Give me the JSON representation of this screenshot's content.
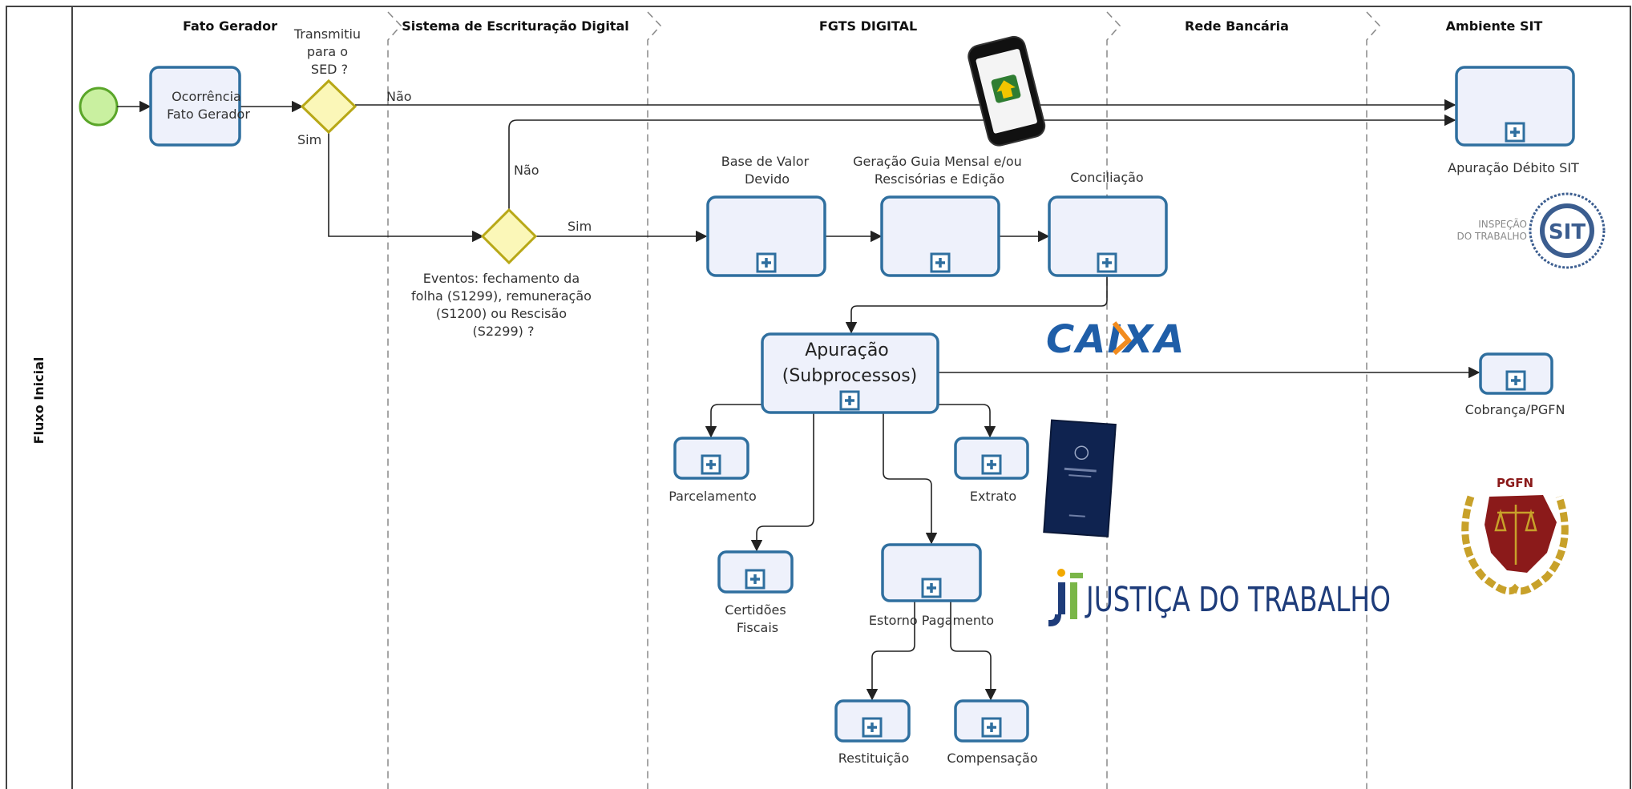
{
  "pool": {
    "label": "Fluxo Inicial"
  },
  "lanes": [
    {
      "id": "fato",
      "title": "Fato Gerador"
    },
    {
      "id": "sed",
      "title": "Sistema de Escrituração Digital"
    },
    {
      "id": "fgts",
      "title": "FGTS DIGITAL"
    },
    {
      "id": "rede",
      "title": "Rede Bancária"
    },
    {
      "id": "sit",
      "title": "Ambiente SIT"
    }
  ],
  "events": {
    "start": ""
  },
  "gateways": {
    "g1": [
      "Transmitiu",
      "para o",
      "SED ?"
    ],
    "g2": [
      "Eventos: fechamento da",
      "folha (S1299), remuneração",
      "(S1200) ou Rescisão",
      "(S2299) ?"
    ]
  },
  "flow_labels": {
    "nao1": "Não",
    "sim1": "Sim",
    "nao2": "Não",
    "sim2": "Sim"
  },
  "tasks": {
    "ocorrencia": [
      "Ocorrência",
      "Fato Gerador"
    ],
    "base": [
      "Base de Valor",
      "Devido"
    ],
    "geracao": [
      "Geração Guia Mensal e/ou",
      "Rescisórias e Edição"
    ],
    "conciliacao": "Conciliação",
    "apuracao": [
      "Apuração",
      "(Subprocessos)"
    ],
    "parcelamento": "Parcelamento",
    "certidoes": [
      "Certidões",
      "Fiscais"
    ],
    "estorno": "Estorno Pagamento",
    "extrato": "Extrato",
    "restituicao": "Restituição",
    "compensacao": "Compensação",
    "apuracao_sit": "Apuração Débito SIT",
    "cobranca": "Cobrança/PGFN"
  },
  "logos": {
    "caixa": "CAIXA",
    "justica": "JUSTIÇA DO TRABALHO",
    "sit_line1": "INSPEÇÃO",
    "sit_line2": "DO TRABALHO",
    "sit_badge": "SIT",
    "pgfn": "PGFN"
  },
  "colors": {
    "task_fill": "#eef1fb",
    "task_stroke": "#2f6f9f",
    "gateway_fill": "#fbf7b8",
    "gateway_stroke": "#b8a817",
    "start_fill": "#c9f0a0",
    "start_stroke": "#5aa629",
    "caixa_blue": "#1f5ea8",
    "caixa_orange": "#f28c1f",
    "pgfn_red": "#8b1a1a",
    "pgfn_gold": "#c8a12a"
  }
}
